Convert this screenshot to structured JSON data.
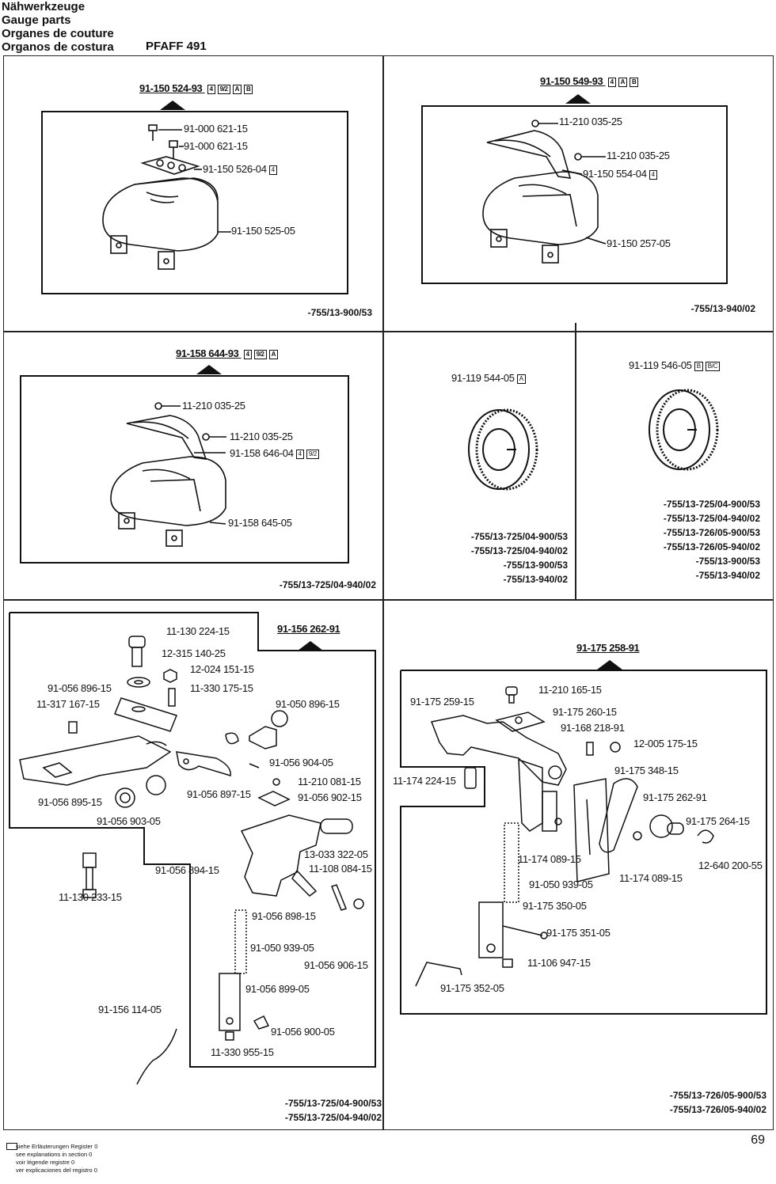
{
  "header": {
    "lines": [
      "Nähwerkzeuge",
      "Gauge parts",
      "Organes de couture",
      "Organos de costura"
    ],
    "model": "PFAFF 491"
  },
  "panels": {
    "p1": {
      "assembly": "91-150 524-93",
      "tags": [
        "4",
        "9/2",
        "A",
        "B"
      ],
      "parts": [
        "91-000 621-15",
        "91-000 621-15",
        "91-150 526-04",
        "91-150 525-05"
      ],
      "part3_tag": "4",
      "codes": [
        "-755/13-900/53"
      ]
    },
    "p2": {
      "assembly": "91-150 549-93",
      "tags": [
        "4",
        "A",
        "B"
      ],
      "parts": [
        "11-210 035-25",
        "11-210 035-25",
        "91-150 554-04",
        "91-150 257-05"
      ],
      "part3_tag": "4",
      "codes": [
        "-755/13-940/02"
      ]
    },
    "p3": {
      "assembly": "91-158 644-93",
      "tags": [
        "4",
        "9/2",
        "A"
      ],
      "parts": [
        "11-210 035-25",
        "11-210 035-25",
        "91-158 646-04",
        "91-158 645-05"
      ],
      "part3_tags": [
        "4",
        "9/2"
      ],
      "codes": [
        "-755/13-725/04-940/02"
      ]
    },
    "p4": {
      "part": "91-119 544-05",
      "tag": "A",
      "codes": [
        "-755/13-725/04-900/53",
        "-755/13-725/04-940/02",
        "-755/13-900/53",
        "-755/13-940/02"
      ]
    },
    "p5": {
      "part": "91-119 546-05",
      "tags": [
        "B",
        "B/C"
      ],
      "codes": [
        "-755/13-725/04-900/53",
        "-755/13-725/04-940/02",
        "-755/13-726/05-900/53",
        "-755/13-726/05-940/02",
        "-755/13-900/53",
        "-755/13-940/02"
      ]
    },
    "p6": {
      "assembly": "91-156 262-91",
      "parts": [
        "11-130 224-15",
        "12-315 140-25",
        "12-024 151-15",
        "11-330 175-15",
        "91-056 896-15",
        "11-317 167-15",
        "91-050 896-15",
        "91-056 904-05",
        "11-210 081-15",
        "91-056 902-15",
        "91-056 897-15",
        "91-056 895-15",
        "91-056 903-05",
        "91-056 894-15",
        "13-033 322-05",
        "11-108 084-15",
        "11-130 233-15",
        "91-056 898-15",
        "91-050 939-05",
        "91-056 906-15",
        "91-056 899-05",
        "91-156 114-05",
        "91-056 900-05",
        "11-330 955-15"
      ],
      "codes": [
        "-755/13-725/04-900/53",
        "-755/13-725/04-940/02"
      ]
    },
    "p7": {
      "assembly": "91-175 258-91",
      "parts": [
        "11-210 165-15",
        "91-175 259-15",
        "91-175 260-15",
        "91-168 218-91",
        "12-005 175-15",
        "91-175 348-15",
        "11-174 224-15",
        "91-175 262-91",
        "91-175 264-15",
        "11-174 089-15",
        "12-640 200-55",
        "11-174 089-15",
        "91-050 939-05",
        "91-175 350-05",
        "91-175 351-05",
        "11-106 947-15",
        "91-175 352-05"
      ],
      "codes": [
        "-755/13-726/05-900/53",
        "-755/13-726/05-940/02"
      ]
    }
  },
  "footer": {
    "lines": [
      "siehe Erläuterungen Register 0",
      "see explanations in section 0",
      "voir légende registre 0",
      "ver explicaciones del registro 0"
    ],
    "page": "69"
  }
}
